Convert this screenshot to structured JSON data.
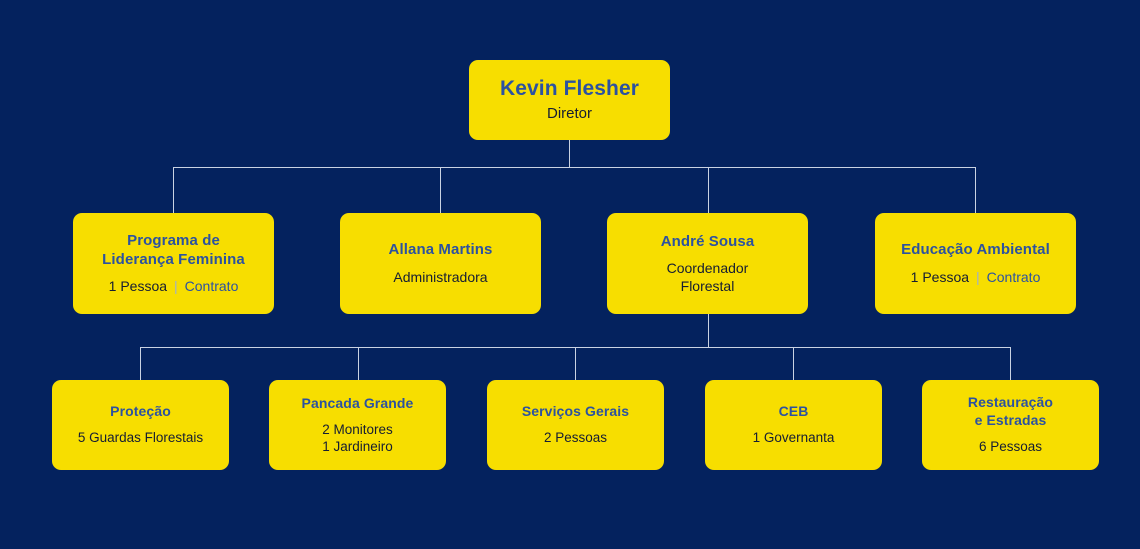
{
  "theme": {
    "background": "#04225e",
    "node_fill": "#f7de00",
    "title_color": "#2c52a0",
    "subtitle_color": "#151d33",
    "connector_color": "#c9d2e2"
  },
  "chart_data": {
    "type": "diagram",
    "diagram_kind": "organizational-chart",
    "orientation": "top-down",
    "title": "",
    "levels": 3,
    "nodes": [
      {
        "id": "root",
        "level": 0,
        "title": "Kevin Flesher",
        "subtitle": "Diretor",
        "parent": null
      },
      {
        "id": "lideranca",
        "level": 1,
        "title_line1": "Programa de",
        "title_line2": "Liderança Feminina",
        "count": "1 Pessoa",
        "divider": "|",
        "kind": "Contrato",
        "parent": "root"
      },
      {
        "id": "allana",
        "level": 1,
        "title": "Allana Martins",
        "subtitle": "Administradora",
        "parent": "root"
      },
      {
        "id": "andre",
        "level": 1,
        "title": "André Sousa",
        "subtitle_line1": "Coordenador",
        "subtitle_line2": "Florestal",
        "parent": "root"
      },
      {
        "id": "educacao",
        "level": 1,
        "title": "Educação Ambiental",
        "count": "1 Pessoa",
        "divider": "|",
        "kind": "Contrato",
        "parent": "root"
      },
      {
        "id": "protecao",
        "level": 2,
        "title": "Proteção",
        "subtitle": "5 Guardas Florestais",
        "parent": "andre"
      },
      {
        "id": "pancada",
        "level": 2,
        "title": "Pancada Grande",
        "subtitle_line1": "2 Monitores",
        "subtitle_line2": "1 Jardineiro",
        "parent": "andre"
      },
      {
        "id": "servicos",
        "level": 2,
        "title": "Serviços Gerais",
        "subtitle": "2 Pessoas",
        "parent": "andre"
      },
      {
        "id": "ceb",
        "level": 2,
        "title": "CEB",
        "subtitle": "1 Governanta",
        "parent": "andre"
      },
      {
        "id": "restauracao",
        "level": 2,
        "title_line1": "Restauração",
        "title_line2": "e Estradas",
        "subtitle": "6 Pessoas",
        "parent": "andre"
      }
    ]
  },
  "nodes": {
    "root": {
      "title": "Kevin Flesher",
      "subtitle": "Diretor"
    },
    "lideranca": {
      "title_line1": "Programa de",
      "title_line2": "Liderança Feminina",
      "count": "1 Pessoa",
      "divider": "|",
      "kind": "Contrato"
    },
    "allana": {
      "title": "Allana Martins",
      "subtitle": "Administradora"
    },
    "andre": {
      "title": "André Sousa",
      "subtitle_line1": "Coordenador",
      "subtitle_line2": "Florestal"
    },
    "educacao": {
      "title": "Educação Ambiental",
      "count": "1 Pessoa",
      "divider": "|",
      "kind": "Contrato"
    },
    "protecao": {
      "title": "Proteção",
      "subtitle": "5 Guardas Florestais"
    },
    "pancada": {
      "title": "Pancada Grande",
      "subtitle_line1": "2 Monitores",
      "subtitle_line2": "1 Jardineiro"
    },
    "servicos": {
      "title": "Serviços Gerais",
      "subtitle": "2 Pessoas"
    },
    "ceb": {
      "title": "CEB",
      "subtitle": "1 Governanta"
    },
    "restauracao": {
      "title_line1": "Restauração",
      "title_line2": "e Estradas",
      "subtitle": "6 Pessoas"
    }
  }
}
